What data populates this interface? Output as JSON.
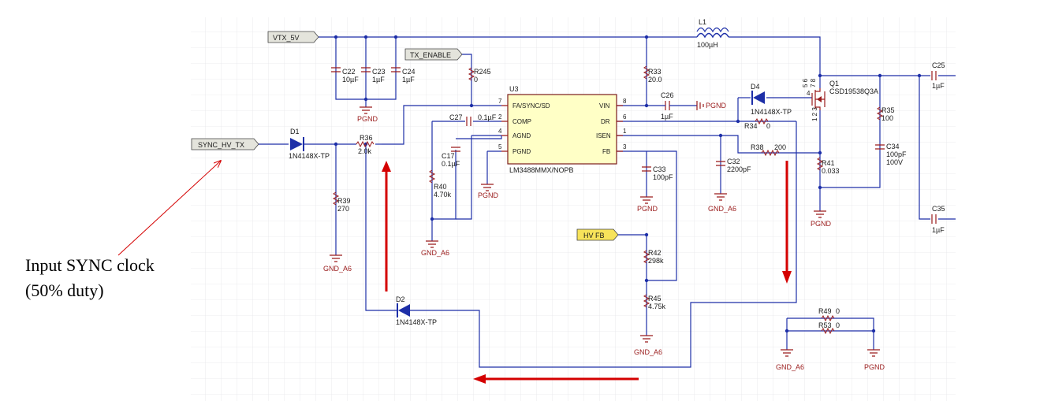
{
  "nets": {
    "vtx": "VTX_5V",
    "tx_enable": "TX_ENABLE",
    "sync": "SYNC_HV_TX",
    "hvfb": "HV FB"
  },
  "ic": {
    "ref": "U3",
    "part": "LM3488MMX/NOPB",
    "pins_left": [
      {
        "num": "7",
        "name": "FA/SYNC/SD"
      },
      {
        "num": "2",
        "name": "COMP"
      },
      {
        "num": "4",
        "name": "AGND"
      },
      {
        "num": "5",
        "name": "PGND"
      }
    ],
    "pins_right": [
      {
        "num": "8",
        "name": "VIN"
      },
      {
        "num": "6",
        "name": "DR"
      },
      {
        "num": "1",
        "name": "ISEN"
      },
      {
        "num": "3",
        "name": "FB"
      }
    ]
  },
  "components": {
    "L1": {
      "ref": "L1",
      "val": "100µH"
    },
    "C22": {
      "ref": "C22",
      "val": "10µF"
    },
    "C23": {
      "ref": "C23",
      "val": "1µF"
    },
    "C24": {
      "ref": "C24",
      "val": "1µF"
    },
    "R245": {
      "ref": "R245",
      "val": "0"
    },
    "R33": {
      "ref": "R33",
      "val": "20.0"
    },
    "C26": {
      "ref": "C26",
      "val": "1µF"
    },
    "C27": {
      "ref": "C27",
      "val": "0.1µF"
    },
    "C17": {
      "ref": "C17",
      "val": "0.1µF"
    },
    "R40": {
      "ref": "R40",
      "val": "4.70k"
    },
    "R36": {
      "ref": "R36",
      "val": "2.0k"
    },
    "D1": {
      "ref": "D1",
      "val": "1N4148X-TP"
    },
    "R39": {
      "ref": "R39",
      "val": "270"
    },
    "D2": {
      "ref": "D2",
      "val": "1N4148X-TP"
    },
    "D4": {
      "ref": "D4",
      "val": "1N4148X-TP"
    },
    "R34": {
      "ref": "R34",
      "val": "0"
    },
    "R38": {
      "ref": "R38",
      "val": "200"
    },
    "C32": {
      "ref": "C32",
      "val": "2200pF"
    },
    "C33": {
      "ref": "C33",
      "val": "100pF"
    },
    "R42": {
      "ref": "R42",
      "val": "298k"
    },
    "R45": {
      "ref": "R45",
      "val": "4.75k"
    },
    "Q1": {
      "ref": "Q1",
      "val": "CSD19538Q3A"
    },
    "R35": {
      "ref": "R35",
      "val": "100"
    },
    "R41": {
      "ref": "R41",
      "val": "0.033"
    },
    "C34": {
      "ref": "C34",
      "val": "100pF",
      "val2": "100V"
    },
    "C25": {
      "ref": "C25",
      "val": "1µF"
    },
    "C35": {
      "ref": "C35",
      "val": "1µF"
    },
    "R49": {
      "ref": "R49",
      "val": "0"
    },
    "R53": {
      "ref": "R53",
      "val": "0"
    }
  },
  "q1_pins": {
    "top": "5 6",
    "top2": "7 8",
    "left": "4",
    "bottom": "1 2 3"
  },
  "grounds": {
    "pgnd": "PGND",
    "gnd_a6": "GND_A6",
    "pgnd_inline": "PGND"
  },
  "annotation": {
    "line1": "Input SYNC clock",
    "line2": "(50% duty)"
  },
  "colors": {
    "wire": "#1d2fa8",
    "component": "#9a1b1b",
    "arrow": "#d40000",
    "grid": "#e6e6ea"
  }
}
